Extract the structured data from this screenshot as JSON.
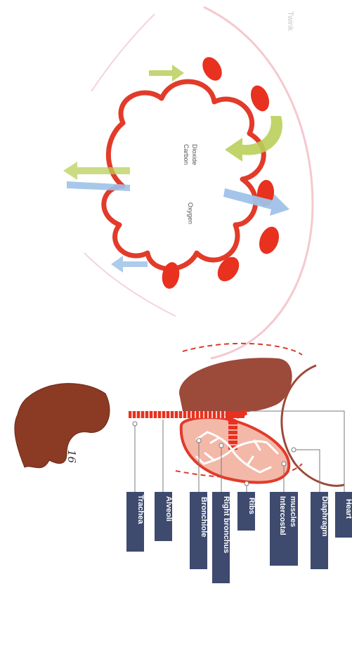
{
  "corner_mark": "Twink",
  "gas_exchange": {
    "oxygen_label": "Oxygen",
    "co2_label_line1": "Carbon",
    "co2_label_line2": "Dioxide"
  },
  "liver_note": "16",
  "labels": {
    "trachea": "Trachea",
    "alveoli": "Alveoli",
    "bronchiole": "Bronchiole",
    "right_bronchus": "Right bronchus",
    "ribs": "Ribs",
    "intercostal_line1": "Intercostal",
    "intercostal_line2": "muscles",
    "diaphragm": "Diaphragm",
    "heart": "Heart"
  },
  "colors": {
    "label_box": "#3e4a6e",
    "lung_outline": "#e23b2a",
    "lung_fill": "#f3b8a8",
    "left_lung": "#9c4a3a",
    "liver": "#8b3a24",
    "oxygen_arrow": "#9fc2e8",
    "co2_arrow": "#b9cf5a",
    "blood_cell": "#e8311f"
  }
}
